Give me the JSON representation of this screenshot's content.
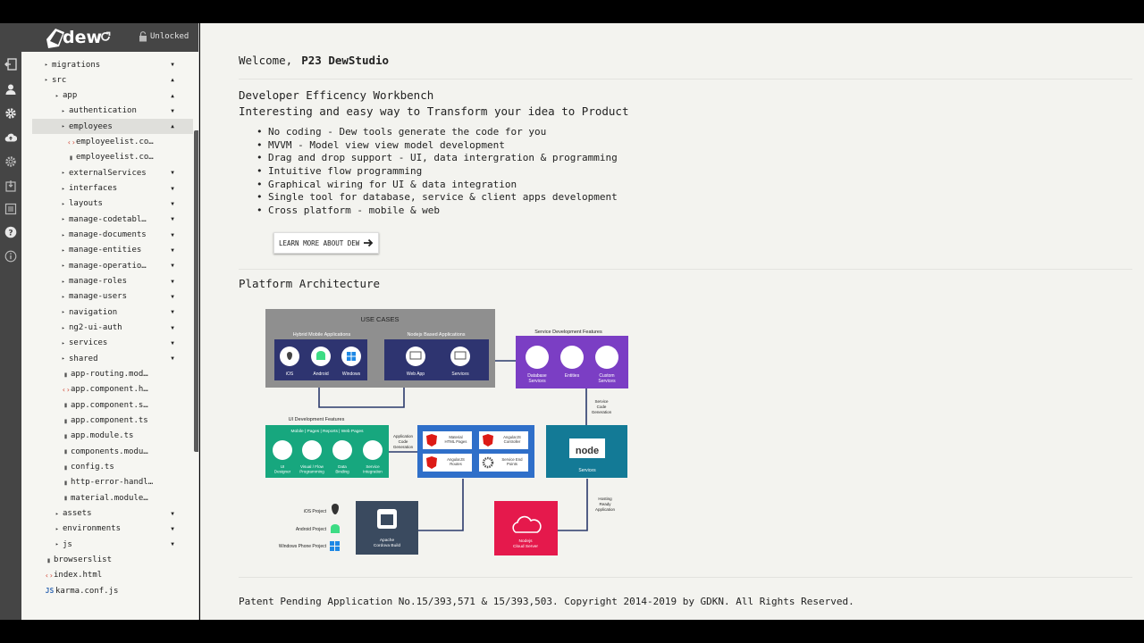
{
  "panel": {
    "logo_text": "dew",
    "lock_status": "Unlocked"
  },
  "tree": [
    {
      "label": "migrations",
      "depth": 1,
      "caret": "right",
      "menu": true
    },
    {
      "label": "src",
      "depth": 1,
      "caret": "down",
      "menu_up": true
    },
    {
      "label": "app",
      "depth": 2,
      "caret": "down",
      "menu_up": true
    },
    {
      "label": "authentication",
      "depth": 3,
      "caret": "right",
      "menu": true
    },
    {
      "label": "employees",
      "depth": 3,
      "caret": "right",
      "menu_up": true,
      "selected": true
    },
    {
      "label": "employeelist.co…",
      "depth": 4,
      "file": "code"
    },
    {
      "label": "employeelist.co…",
      "depth": 4,
      "file": "doc"
    },
    {
      "label": "externalServices",
      "depth": 3,
      "caret": "right",
      "menu": true
    },
    {
      "label": "interfaces",
      "depth": 3,
      "caret": "right",
      "menu": true
    },
    {
      "label": "layouts",
      "depth": 3,
      "caret": "right",
      "menu": true
    },
    {
      "label": "manage-codetabl…",
      "depth": 3,
      "caret": "right",
      "menu": true
    },
    {
      "label": "manage-documents",
      "depth": 3,
      "caret": "right",
      "menu": true
    },
    {
      "label": "manage-entities",
      "depth": 3,
      "caret": "right",
      "menu": true
    },
    {
      "label": "manage-operatio…",
      "depth": 3,
      "caret": "right",
      "menu": true
    },
    {
      "label": "manage-roles",
      "depth": 3,
      "caret": "right",
      "menu": true
    },
    {
      "label": "manage-users",
      "depth": 3,
      "caret": "right",
      "menu": true
    },
    {
      "label": "navigation",
      "depth": 3,
      "caret": "right",
      "menu": true
    },
    {
      "label": "ng2-ui-auth",
      "depth": 3,
      "caret": "right",
      "menu": true
    },
    {
      "label": "services",
      "depth": 3,
      "caret": "right",
      "menu": true
    },
    {
      "label": "shared",
      "depth": 3,
      "caret": "right",
      "menu": true
    },
    {
      "label": "app-routing.mod…",
      "depth": 3,
      "file": "doc"
    },
    {
      "label": "app.component.h…",
      "depth": 3,
      "file": "code"
    },
    {
      "label": "app.component.s…",
      "depth": 3,
      "file": "doc"
    },
    {
      "label": "app.component.ts",
      "depth": 3,
      "file": "doc"
    },
    {
      "label": "app.module.ts",
      "depth": 3,
      "file": "doc"
    },
    {
      "label": "components.modu…",
      "depth": 3,
      "file": "doc"
    },
    {
      "label": "config.ts",
      "depth": 3,
      "file": "doc"
    },
    {
      "label": "http-error-handl…",
      "depth": 3,
      "file": "doc"
    },
    {
      "label": "material.module…",
      "depth": 3,
      "file": "doc"
    },
    {
      "label": "assets",
      "depth": 2,
      "caret": "right",
      "menu": true
    },
    {
      "label": "environments",
      "depth": 2,
      "caret": "right",
      "menu": true
    },
    {
      "label": "js",
      "depth": 2,
      "caret": "right",
      "menu": true
    },
    {
      "label": "browserslist",
      "depth": 1,
      "file": "doc"
    },
    {
      "label": "index.html",
      "depth": 1,
      "file": "code"
    },
    {
      "label": "karma.conf.js",
      "depth": 1,
      "file": "js"
    }
  ],
  "main": {
    "welcome_prefix": "Welcome,",
    "welcome_name": "P23 DewStudio",
    "title": "Developer Efficency Workbench",
    "subtitle": "Interesting and easy way to Transform your idea to Product",
    "features": [
      "No coding - Dew tools generate the code for you",
      "MVVM - Model view view model development",
      "Drag and drop support - UI, data intergration & programming",
      "Intuitive flow programming",
      "Graphical wiring for UI & data integration",
      "Single tool for database, service & client apps development",
      "Cross platform - mobile & web"
    ],
    "learn_more": "LEARN MORE ABOUT DEW",
    "platform_title": "Platform Architecture",
    "copyright": "Patent Pending Application No.15/393,571 & 15/393,503. Copyright 2014-2019 by GDKN. All Rights Reserved."
  },
  "diagram": {
    "use_cases": "USE CASES",
    "hybrid": "Hybrid Mobile Applications",
    "nodejs_apps": "Nodejs Based Applications",
    "ios": "iOS",
    "android": "Android",
    "windows": "Windows",
    "web_app": "Web App",
    "services": "Services",
    "service_dev": "Service Development Features",
    "db_services": "Database",
    "db_services2": "Services",
    "entities": "Entities",
    "custom": "Custom",
    "custom2": "Services",
    "service_code_gen": [
      "Service",
      "Code",
      "Generation"
    ],
    "ui_dev": "UI Development Features",
    "ui_tabs": "Mobile | Pages | Reports | Web Pages",
    "ui_designer": [
      "UI",
      "Designer"
    ],
    "visual_flow": [
      "Visual / Flow",
      "Programming"
    ],
    "data_binding": [
      "Data",
      "Binding"
    ],
    "service_integration": [
      "Service",
      "Integration"
    ],
    "app_code_gen": [
      "Application",
      "Code",
      "Generation"
    ],
    "material": [
      "Material",
      "HTML Pages"
    ],
    "ng_controller": [
      "AngularJS",
      "Controller"
    ],
    "ng_routes": [
      "AngularJS",
      "Routes"
    ],
    "service_end": [
      "Service End",
      "Points"
    ],
    "node_label": "node",
    "node_services": "Services",
    "hosting": [
      "Hosting",
      "Ready",
      "Application"
    ],
    "ios_project": "iOS Project",
    "android_project": "Android Project",
    "windows_project": "Windows Phone Project",
    "cordova": [
      "Apache",
      "Cordova Build"
    ],
    "cloud": [
      "Nodejs",
      "Cloud Server"
    ]
  }
}
